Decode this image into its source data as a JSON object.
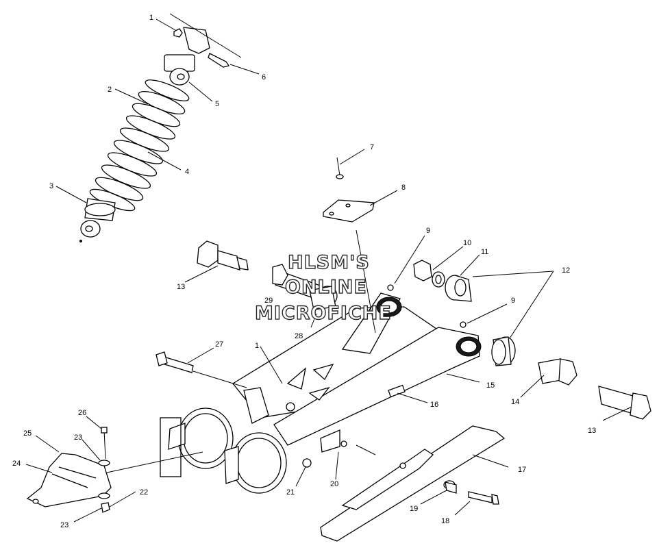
{
  "diagram": {
    "callouts": [
      {
        "id": "c1a",
        "label": "1"
      },
      {
        "id": "c6",
        "label": "6"
      },
      {
        "id": "c2",
        "label": "2"
      },
      {
        "id": "c5",
        "label": "5"
      },
      {
        "id": "c4",
        "label": "4"
      },
      {
        "id": "c3",
        "label": "3"
      },
      {
        "id": "c7",
        "label": "7"
      },
      {
        "id": "c8",
        "label": "8"
      },
      {
        "id": "c9a",
        "label": "9"
      },
      {
        "id": "c10",
        "label": "10"
      },
      {
        "id": "c11",
        "label": "11"
      },
      {
        "id": "c12",
        "label": "12"
      },
      {
        "id": "c13a",
        "label": "13"
      },
      {
        "id": "c29",
        "label": "29"
      },
      {
        "id": "c28",
        "label": "28"
      },
      {
        "id": "c9b",
        "label": "9"
      },
      {
        "id": "c27",
        "label": "27"
      },
      {
        "id": "c1b",
        "label": "1"
      },
      {
        "id": "c15",
        "label": "15"
      },
      {
        "id": "c16",
        "label": "16"
      },
      {
        "id": "c14",
        "label": "14"
      },
      {
        "id": "c13b",
        "label": "13"
      },
      {
        "id": "c26",
        "label": "26"
      },
      {
        "id": "c25",
        "label": "25"
      },
      {
        "id": "c23a",
        "label": "23"
      },
      {
        "id": "c24",
        "label": "24"
      },
      {
        "id": "c22",
        "label": "22"
      },
      {
        "id": "c23b",
        "label": "23"
      },
      {
        "id": "c21",
        "label": "21"
      },
      {
        "id": "c20",
        "label": "20"
      },
      {
        "id": "c17",
        "label": "17"
      },
      {
        "id": "c19",
        "label": "19"
      },
      {
        "id": "c18",
        "label": "18"
      }
    ],
    "watermark": {
      "line1": "HLSM'S",
      "line2": "ONLINE",
      "line3": "MICROFICHE"
    }
  }
}
